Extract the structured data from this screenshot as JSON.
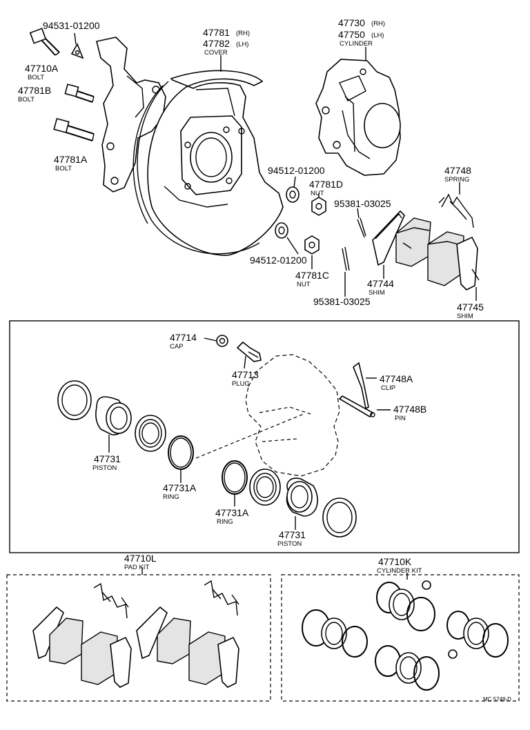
{
  "labels": {
    "p94531": "94531-01200",
    "p47710A": "47710A",
    "p47710A_sub": "BOLT",
    "p47781B": "47781B",
    "p47781B_sub": "BOLT",
    "p47781A": "47781A",
    "p47781A_sub": "BOLT",
    "p47781": "47781",
    "p47781_side": "(RH)",
    "p47782": "47782",
    "p47782_side": "(LH)",
    "p47782_sub": "COVER",
    "p47730": "47730",
    "p47730_side": "(RH)",
    "p47750": "47750",
    "p47750_side": "(LH)",
    "p47750_sub": "CYLINDER",
    "p94512a": "94512-01200",
    "p47781D": "47781D",
    "p47781D_sub": "NUT",
    "p47748": "47748",
    "p47748_sub": "SPRING",
    "p95381a": "95381-03025",
    "p94512b": "94512-01200",
    "p47781C": "47781C",
    "p47781C_sub": "NUT",
    "p47744": "47744",
    "p47744_sub": "SHIM",
    "p95381b": "95381-03025",
    "p47745": "47745",
    "p47745_sub": "SHIM",
    "p47714": "47714",
    "p47714_sub": "CAP",
    "p47713": "47713",
    "p47713_sub": "PLUG",
    "p47748A": "47748A",
    "p47748A_sub": "CLIP",
    "p47748B": "47748B",
    "p47748B_sub": "PIN",
    "p47731a": "47731",
    "p47731a_sub": "PISTON",
    "p47731Aa": "47731A",
    "p47731Aa_sub": "RING",
    "p47731Ab": "47731A",
    "p47731Ab_sub": "RING",
    "p47731b": "47731",
    "p47731b_sub": "PISTON",
    "p47710L": "47710L",
    "p47710L_sub": "PAD KIT",
    "p47710K": "47710K",
    "p47710K_sub": "CYLINDER KIT",
    "code": "MC 5748-D"
  }
}
